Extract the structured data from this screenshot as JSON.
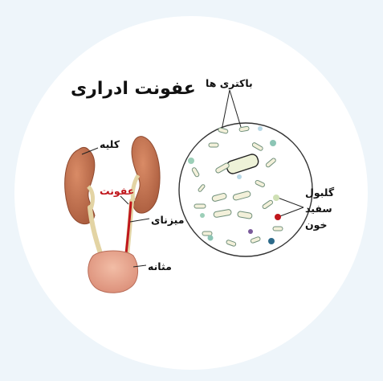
{
  "title": "عفونت ادراری",
  "labels": {
    "kidney": "کلیه",
    "infection": "عفونت",
    "ureter": "میزنای",
    "bladder": "مثانه",
    "bacteria": "باکتری ها",
    "wbc_line1": "گلبول",
    "wbc_line2": "سفید",
    "wbc_line3": "خون"
  },
  "colors": {
    "page_background": "#eef5fa",
    "circle": "#ffffff",
    "kidney": "#c0704f",
    "ureter": "#e3d4a4",
    "infection": "#c0161c",
    "bladder": "#e8a58d"
  }
}
